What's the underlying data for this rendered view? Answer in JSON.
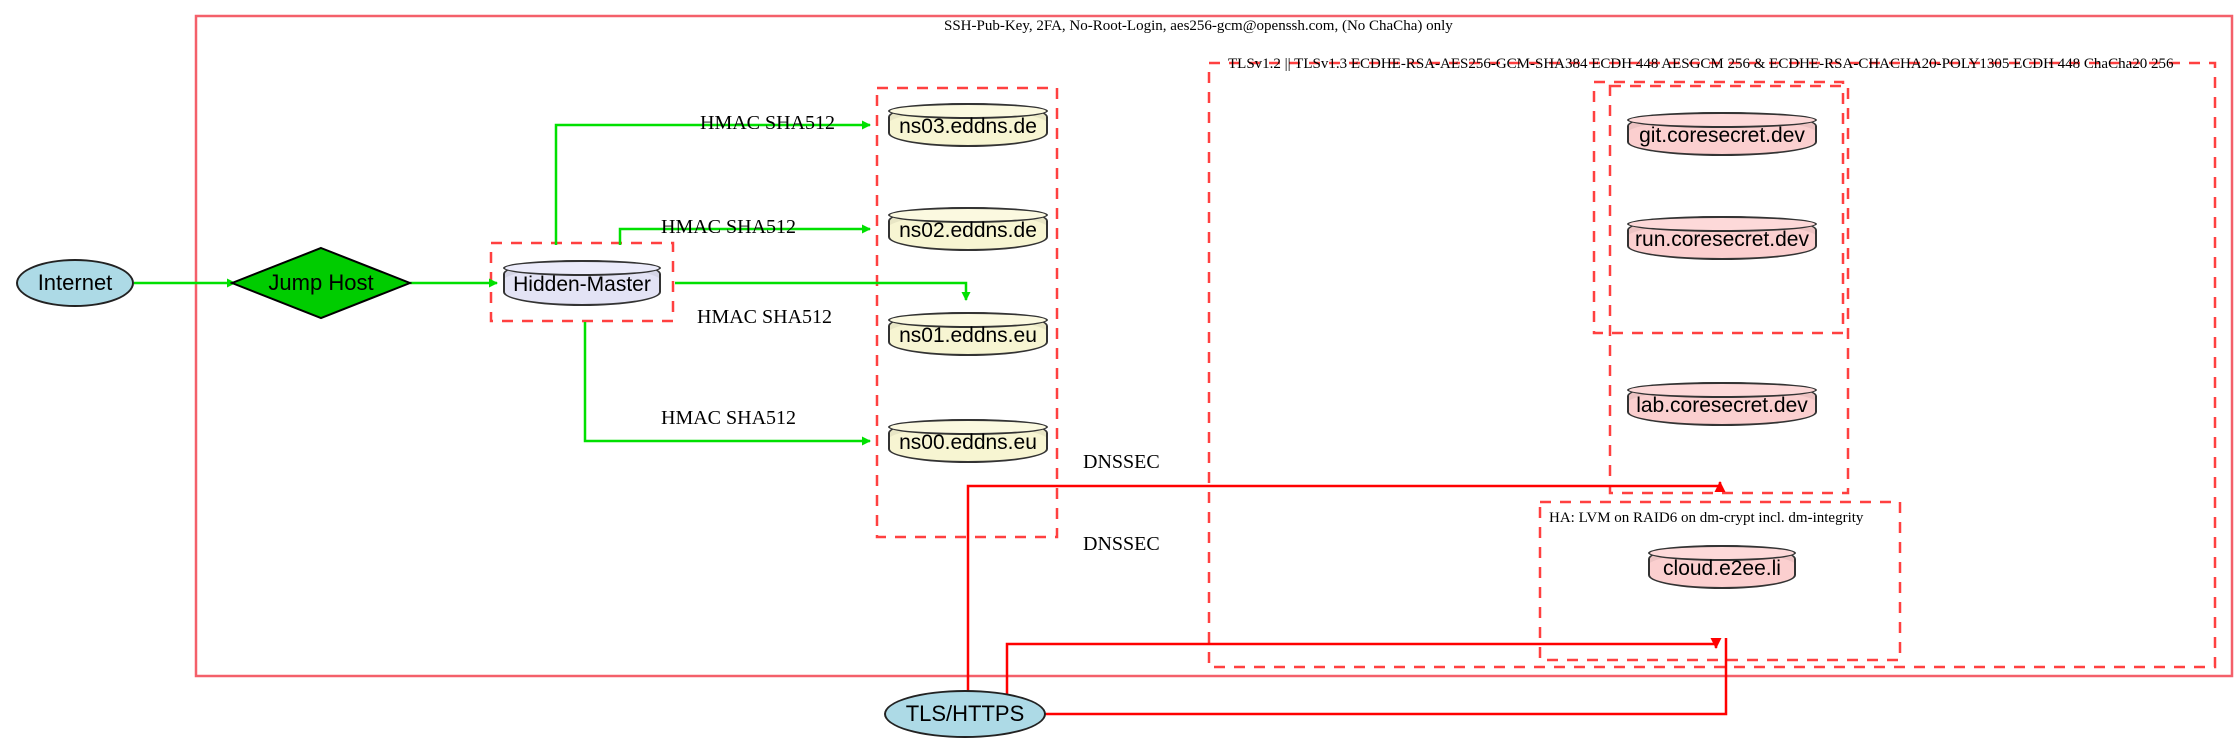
{
  "diagram": {
    "title_label": "SSH-Pub-Key, 2FA, No-Root-Login, aes256-gcm@openssh.com, (No ChaCha) only",
    "tls_zone_label": "TLSv1.2 || TLSv1.3 ECDHE-RSA-AES256-GCM-SHA384 ECDH 448 AESGCM 256 & ECDHE-RSA-CHACHA20-POLY1305 ECDH 448 ChaCha20 256",
    "ha_zone_label": "HA: LVM on RAID6 on dm-crypt incl. dm-integrity"
  },
  "nodes": {
    "internet": "Internet",
    "jump_host": "Jump Host",
    "hidden_master": "Hidden-Master",
    "ns03": "ns03.eddns.de",
    "ns02": "ns02.eddns.de",
    "ns01": "ns01.eddns.eu",
    "ns00": "ns00.eddns.eu",
    "git": "git.coresecret.dev",
    "run": "run.coresecret.dev",
    "lab": "lab.coresecret.dev",
    "cloud": "cloud.e2ee.li",
    "tls_https": "TLS/HTTPS"
  },
  "edges": {
    "hmac_ns03": "HMAC SHA512",
    "hmac_ns02": "HMAC SHA512",
    "hmac_ns01": "HMAC SHA512",
    "hmac_ns00": "HMAC SHA512",
    "dnssec_upper": "DNSSEC",
    "dnssec_lower": "DNSSEC"
  },
  "colors": {
    "edge_green": "#00e000",
    "edge_red": "#ff0000",
    "zone_border": "#ff4040",
    "node_yellow": "#f7f5d2",
    "node_pink": "#fbcfcf",
    "node_lavender": "#e3e3f5",
    "node_blue": "#addae6",
    "node_green": "#00cc00"
  }
}
